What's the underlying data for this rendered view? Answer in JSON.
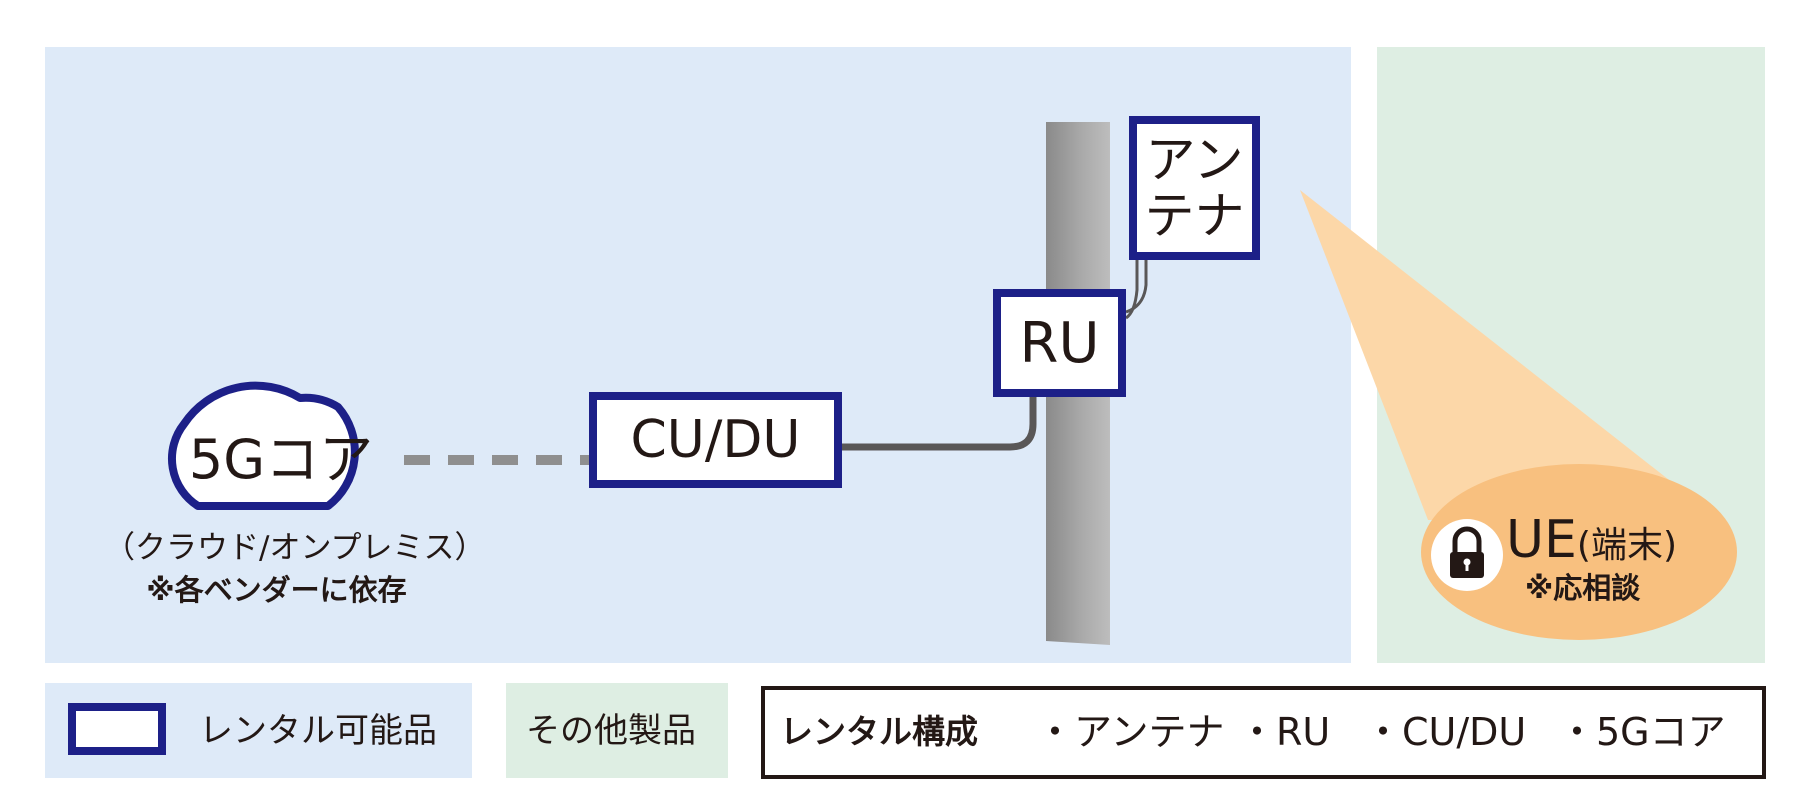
{
  "colors": {
    "rental_panel_bg": "#deeaf8",
    "other_panel_bg": "#deeee3",
    "rental_border": "#1d2088",
    "beam": "#fcd7a8",
    "ue_ellipse": "#f8c07f",
    "pole": "#9b9b9b",
    "cable": "#595757",
    "text": "#231815"
  },
  "diagram": {
    "cloud": {
      "label": "5Gコア",
      "note_line1": "（クラウド/オンプレミス）",
      "note_line2": "※各ベンダーに依存",
      "icon": "cloud-icon"
    },
    "cu_du": {
      "label": "CU/DU"
    },
    "ru": {
      "label": "RU"
    },
    "antenna": {
      "line1": "アン",
      "line2": "テナ"
    },
    "ue": {
      "label": "UE",
      "sub_label": "(端末)",
      "note": "※応相談",
      "icon": "lock-icon"
    }
  },
  "legend": {
    "rental_label": "レンタル可能品",
    "other_label": "その他製品"
  },
  "rental_config": {
    "heading": "レンタル構成",
    "items": [
      "・アンテナ",
      "・RU",
      "・CU/DU",
      "・5Gコア"
    ]
  }
}
